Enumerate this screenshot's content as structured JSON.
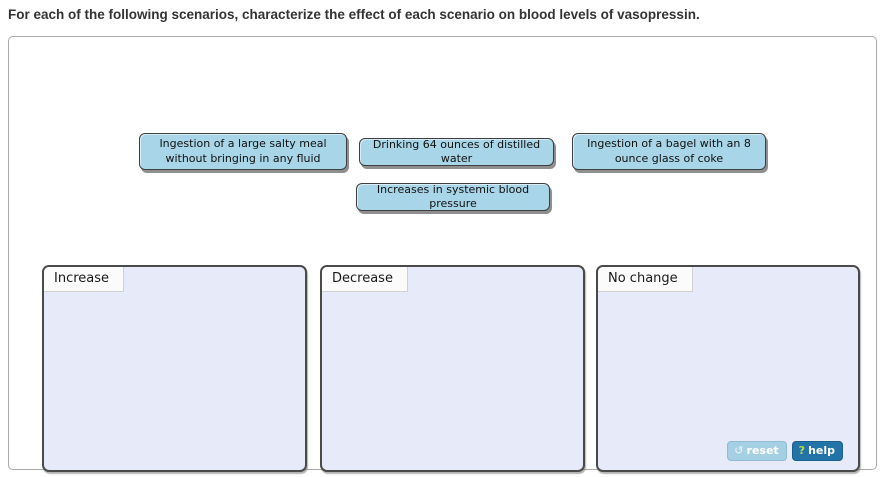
{
  "page": {
    "title": "For each of the following scenarios, characterize the effect of each scenario on blood levels of vasopressin."
  },
  "chips": [
    {
      "label": "Ingestion of a large salty meal without bringing in any fluid"
    },
    {
      "label": "Drinking 64 ounces of distilled water"
    },
    {
      "label": "Ingestion of a bagel with an 8 ounce glass of coke"
    },
    {
      "label": "Increases in systemic blood pressure"
    }
  ],
  "bins": [
    {
      "label": "Increase"
    },
    {
      "label": "Decrease"
    },
    {
      "label": "No change"
    }
  ],
  "buttons": {
    "reset_label": "reset",
    "reset_icon": "↺",
    "help_label": "help",
    "help_icon": "?"
  },
  "colors": {
    "chip_fill": "#a8d5e8",
    "chip_border": "#3f3f3f",
    "bin_fill": "#e7ebf9",
    "bin_border": "#4a4a4a",
    "reset_button": "#a5cfe2",
    "help_button": "#2173a8",
    "help_icon_green": "#c2d944",
    "title_text": "#333333"
  }
}
